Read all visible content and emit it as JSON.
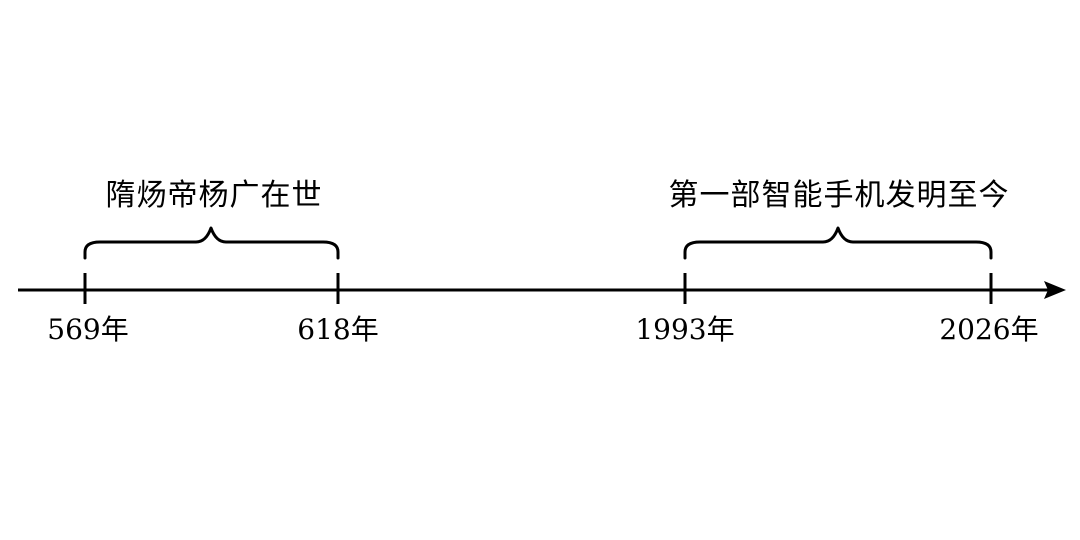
{
  "timeline": {
    "line_color": "#000000",
    "ticks": [
      {
        "label": "569年"
      },
      {
        "label": "618年"
      },
      {
        "label": "1993年"
      },
      {
        "label": "2026年"
      }
    ],
    "spans": [
      {
        "label": "隋炀帝杨广在世",
        "from_tick": 0,
        "to_tick": 1
      },
      {
        "label": "第一部智能手机发明至今",
        "from_tick": 2,
        "to_tick": 3
      }
    ]
  }
}
